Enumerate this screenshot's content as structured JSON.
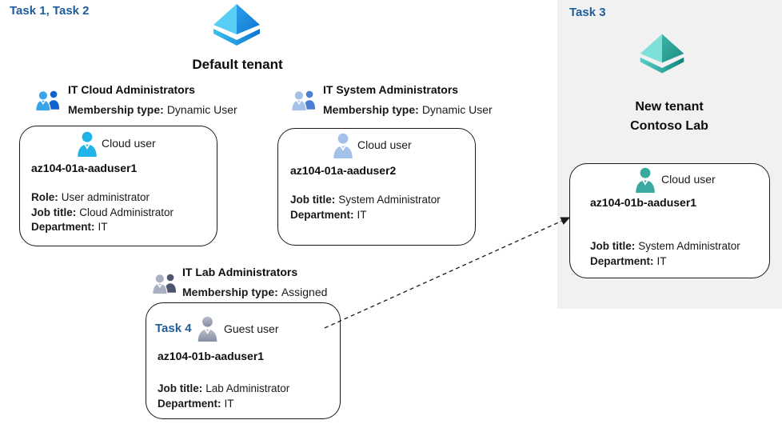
{
  "left_section": {
    "task_label": "Task 1, Task 2",
    "tenant": {
      "name": "Default tenant",
      "icon": "entra-tenant-icon-blue"
    },
    "groups": [
      {
        "name": "IT Cloud Administrators",
        "icon": "user-group-icon-blue",
        "membership_label": "Membership type:",
        "membership_value": "Dynamic User",
        "user": {
          "type_label": "Cloud user",
          "icon": "person-icon-cyan",
          "name": "az104-01a-aaduser1",
          "details": [
            {
              "label": "Role:",
              "value": "User administrator"
            },
            {
              "label": "Job title:",
              "value": "Cloud Administrator"
            },
            {
              "label": "Department:",
              "value": "IT"
            }
          ]
        }
      },
      {
        "name": "IT System Administrators",
        "icon": "user-group-icon-pale-blue",
        "membership_label": "Membership type:",
        "membership_value": "Dynamic User",
        "user": {
          "type_label": "Cloud user",
          "icon": "person-icon-pale-blue",
          "name": "az104-01a-aaduser2",
          "details": [
            {
              "label": "Job title:",
              "value": "System Administrator"
            },
            {
              "label": "Department:",
              "value": "IT"
            }
          ]
        }
      },
      {
        "name": "IT Lab Administrators",
        "icon": "user-group-icon-gray",
        "membership_label": "Membership type:",
        "membership_value": "Assigned",
        "user": {
          "task_label": "Task 4",
          "type_label": "Guest user",
          "icon": "person-icon-gray",
          "name": "az104-01b-aaduser1",
          "details": [
            {
              "label": "Job title:",
              "value": "Lab Administrator"
            },
            {
              "label": "Department:",
              "value": "IT"
            }
          ]
        }
      }
    ]
  },
  "right_section": {
    "task_label": "Task 3",
    "tenant": {
      "name_line1": "New tenant",
      "name_line2": "Contoso Lab",
      "icon": "entra-tenant-icon-teal"
    },
    "user": {
      "type_label": "Cloud user",
      "icon": "person-icon-teal",
      "name": "az104-01b-aaduser1",
      "details": [
        {
          "label": "Job title:",
          "value": "System Administrator"
        },
        {
          "label": "Department:",
          "value": "IT"
        }
      ]
    }
  },
  "connector": {
    "type": "dashed-arrow",
    "from": "guest-user-card",
    "to": "new-tenant-cloud-user-card"
  },
  "colors": {
    "task_label_blue": "#1f5c99",
    "right_panel_bg": "#f1f1f2",
    "box_border": "#1a1a1a",
    "cyan_user": "#22b4e8",
    "pale_blue_user": "#a3c1e9",
    "gray_user": "#98a0b2",
    "teal_user": "#3aaaa1"
  }
}
